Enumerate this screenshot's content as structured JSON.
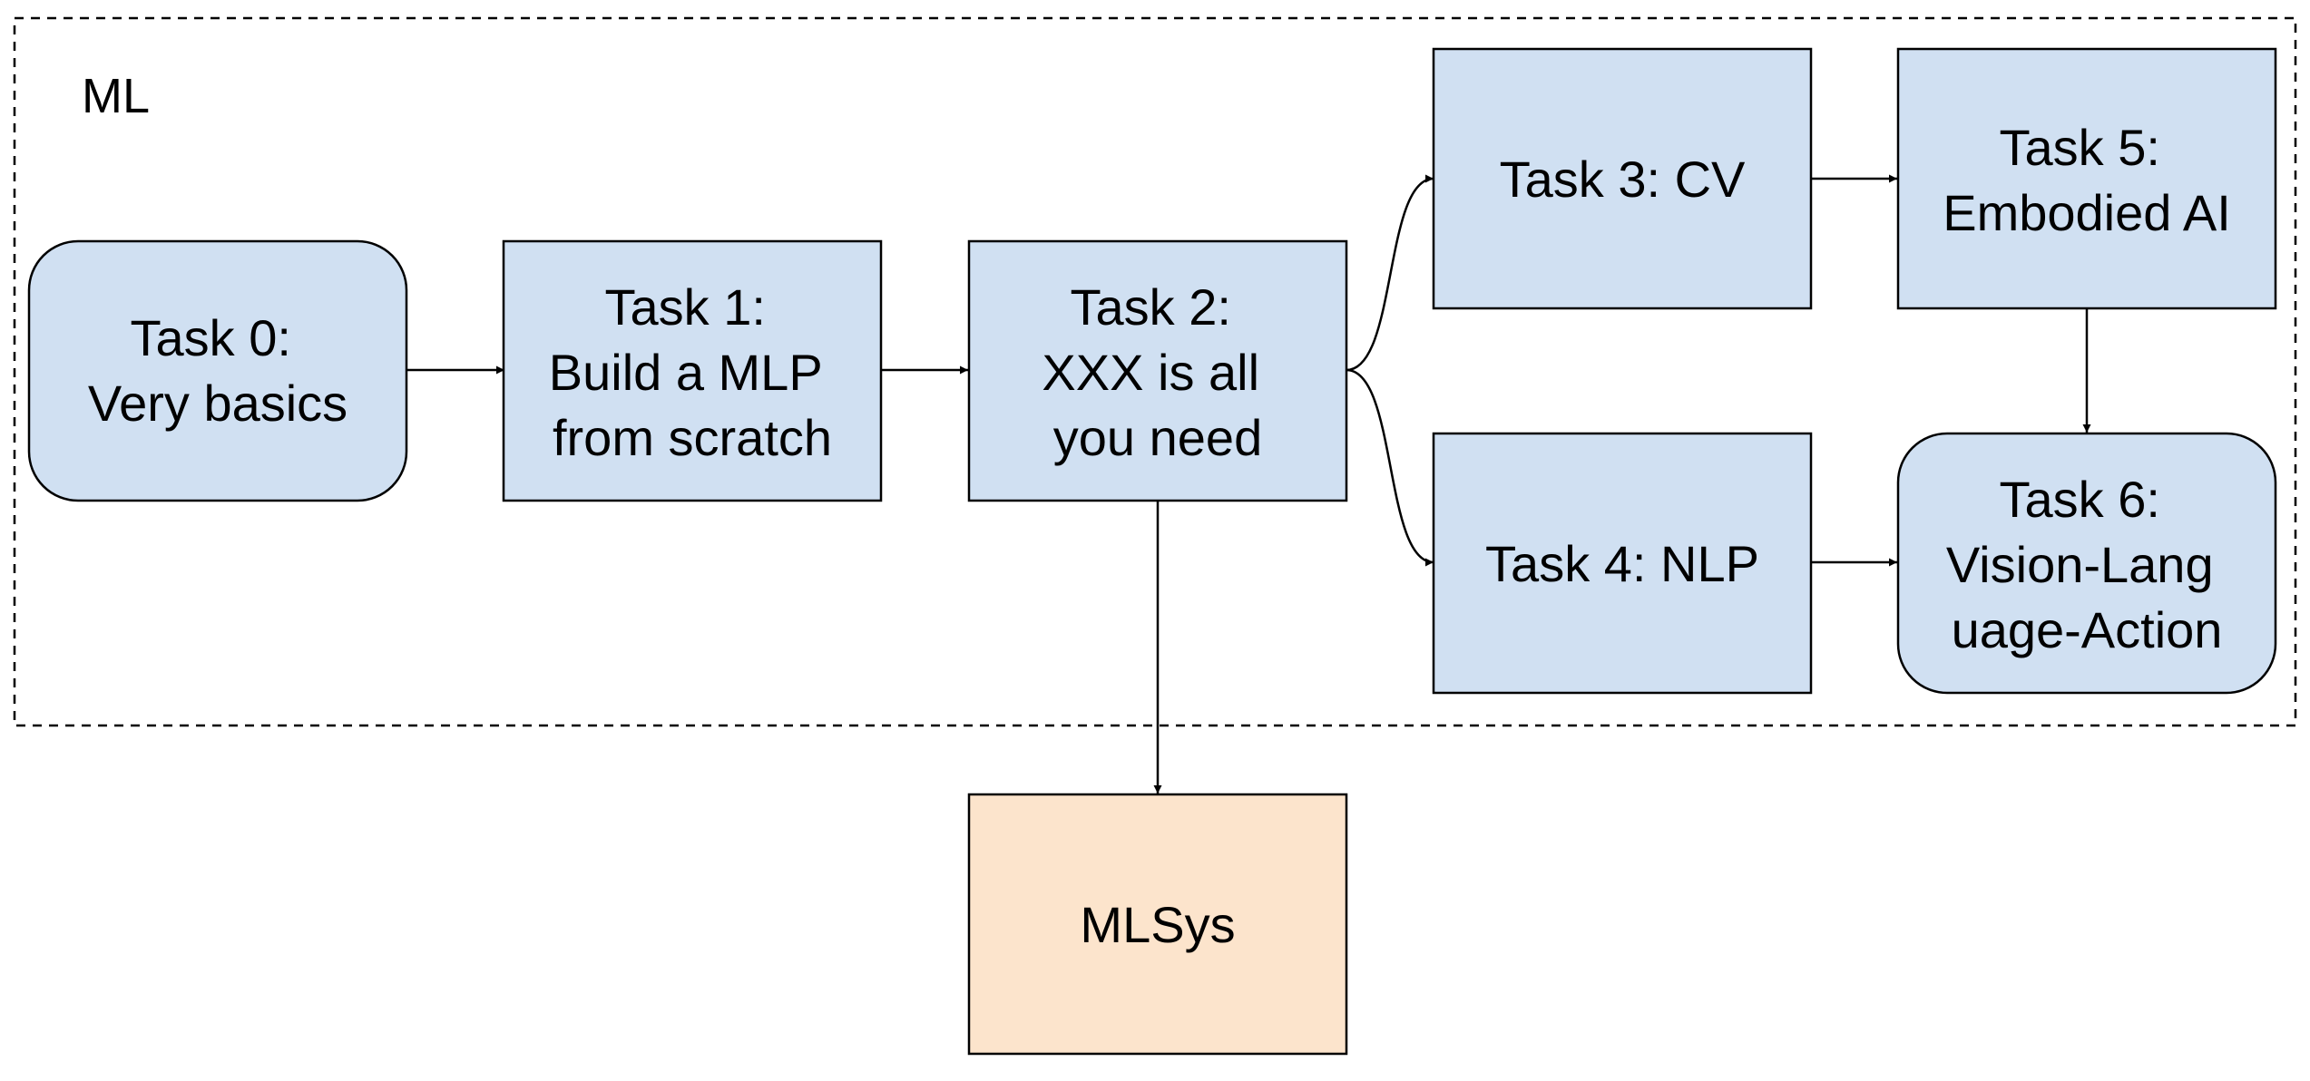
{
  "group": {
    "label": "ML"
  },
  "nodes": {
    "task0": {
      "lines": [
        "Task 0:",
        "Very basics"
      ]
    },
    "task1": {
      "lines": [
        "Task 1:",
        "Build a MLP",
        "from scratch"
      ]
    },
    "task2": {
      "lines": [
        "Task 2:",
        "XXX is all",
        "you need"
      ]
    },
    "task3": {
      "lines": [
        "Task 3: CV"
      ]
    },
    "task4": {
      "lines": [
        "Task 4: NLP"
      ]
    },
    "task5": {
      "lines": [
        "Task 5:",
        "Embodied AI"
      ]
    },
    "task6": {
      "lines": [
        "Task 6:",
        "Vision-Lang",
        "uage-Action"
      ]
    },
    "mlsys": {
      "lines": [
        "MLSys"
      ]
    }
  },
  "colors": {
    "task_fill": "#d0e0f2",
    "mlsys_fill": "#fce4cc",
    "stroke": "#000000"
  }
}
